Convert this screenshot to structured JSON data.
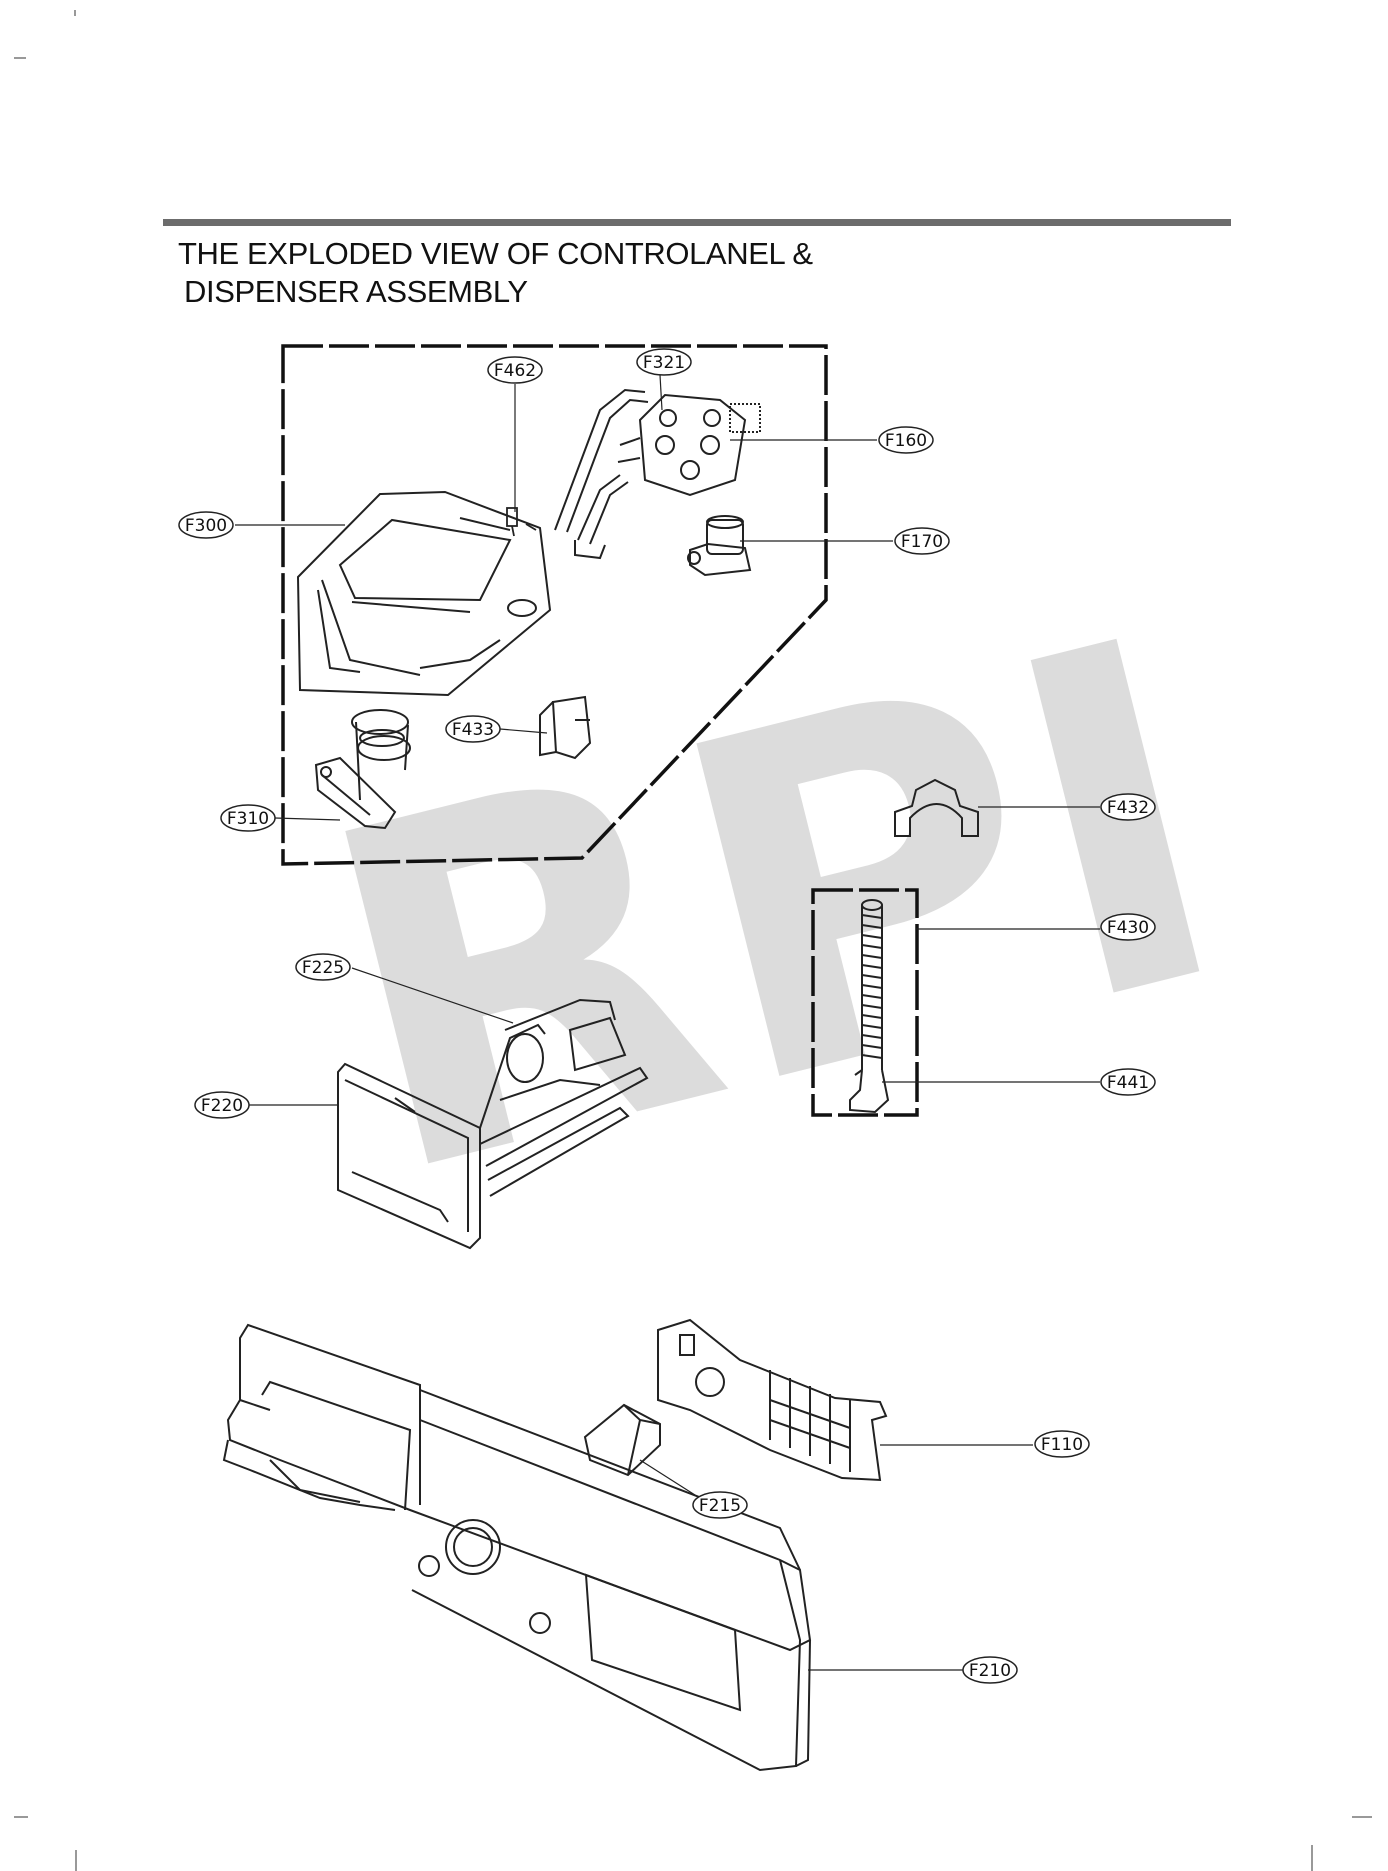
{
  "title": {
    "line1": "THE EXPLODED VIEW OF CONTROLANEL &",
    "line2": "DISPENSER ASSEMBLY"
  },
  "watermark": "RPI",
  "parts": {
    "F462": "F462",
    "F321": "F321",
    "F160": "F160",
    "F300": "F300",
    "F170": "F170",
    "F433": "F433",
    "F310": "F310",
    "F432": "F432",
    "F430": "F430",
    "F225": "F225",
    "F220": "F220",
    "F441": "F441",
    "F110": "F110",
    "F215": "F215",
    "F210": "F210"
  },
  "colors": {
    "rule": "#6c6c6c",
    "line": "#222222",
    "watermark": "#dcdcdc"
  }
}
